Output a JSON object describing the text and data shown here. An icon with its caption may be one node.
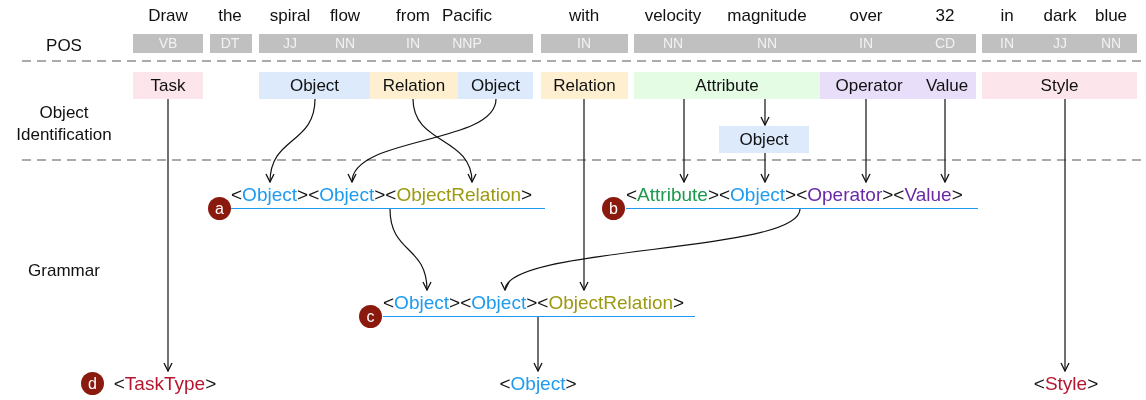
{
  "diagram": {
    "nodes": [
      {
        "text": [
          "VB"
        ]
      },
      {
        "text": [
          "DT"
        ]
      },
      {
        "text": [
          "JJ",
          "NN",
          "IN",
          "NNP"
        ]
      },
      {
        "text": [
          "IN"
        ]
      },
      {
        "text": [
          "NN",
          "NN",
          "IN",
          "CD"
        ]
      },
      {
        "text": [
          "IN",
          "JJ",
          "NN"
        ]
      },
      {
        "text": [
          "Task"
        ]
      },
      {
        "text": [
          "Object"
        ]
      },
      {
        "text": [
          "Relation"
        ]
      },
      {
        "text": [
          "Object"
        ]
      },
      {
        "text": [
          "Relation"
        ]
      },
      {
        "text": [
          "Attribute"
        ]
      },
      {
        "text": [
          "Operator"
        ]
      },
      {
        "text": [
          "Value"
        ]
      },
      {
        "text": [
          "Style"
        ]
      },
      {
        "text": [
          "Object"
        ]
      },
      {
        "text": [
          "a"
        ]
      },
      {
        "text": [
          "<Object><Object><ObjectRelation>"
        ]
      },
      {
        "text": [
          "b"
        ]
      },
      {
        "text": [
          "<Attribute><Object><Operator><Value>"
        ]
      },
      {
        "text": [
          "c"
        ]
      },
      {
        "text": [
          "<Object><Object><ObjectRelation>"
        ]
      },
      {
        "text": [
          "d"
        ]
      },
      {
        "text": [
          "<TaskType>"
        ]
      },
      {
        "text": [
          "<Object>"
        ]
      },
      {
        "text": [
          "<Style>"
        ]
      }
    ],
    "edges": [
      {
        "from": 6,
        "to": 23,
        "arrow": "to"
      },
      {
        "from": 7,
        "to": 17,
        "arrow": "to"
      },
      {
        "from": 8,
        "to": 17,
        "arrow": "to"
      },
      {
        "from": 9,
        "to": 17,
        "arrow": "to"
      },
      {
        "from": 10,
        "to": 21,
        "arrow": "to"
      },
      {
        "from": 11,
        "to": 19,
        "arrow": "to"
      },
      {
        "from": 11,
        "to": 15,
        "arrow": "to"
      },
      {
        "from": 15,
        "to": 19,
        "arrow": "to"
      },
      {
        "from": 12,
        "to": 19,
        "arrow": "to"
      },
      {
        "from": 13,
        "to": 19,
        "arrow": "to"
      },
      {
        "from": 14,
        "to": 25,
        "arrow": "to"
      },
      {
        "from": 17,
        "to": 21,
        "arrow": "to"
      },
      {
        "from": 19,
        "to": 21,
        "arrow": "to"
      },
      {
        "from": 21,
        "to": 24,
        "arrow": "to"
      }
    ],
    "labels": [
      "Draw",
      "the",
      "spiral",
      "flow",
      "from",
      "Pacific",
      "with",
      "velocity",
      "magnitude",
      "over",
      "32",
      "in",
      "dark",
      "blue",
      "POS",
      "Object Identification",
      "Grammar"
    ]
  }
}
